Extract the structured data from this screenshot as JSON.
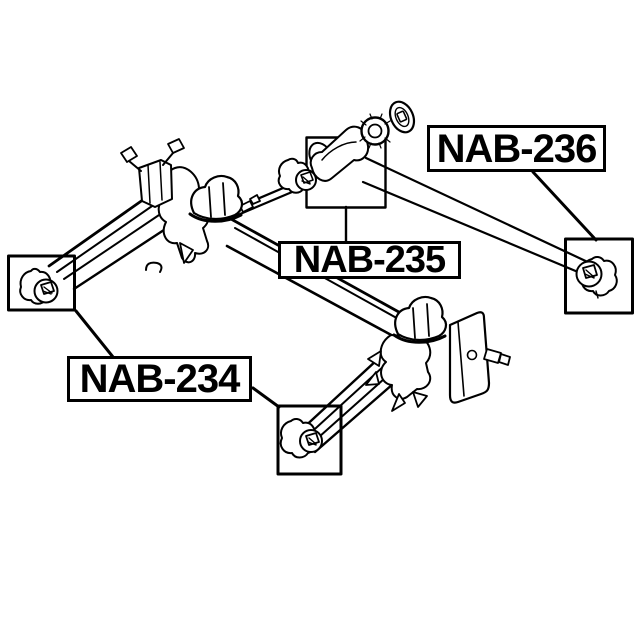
{
  "colors": {
    "background": "#ffffff",
    "line": "#000000"
  },
  "labels": {
    "nab234": "NAB-234",
    "nab235": "NAB-235",
    "nab236": "NAB-236"
  },
  "callouts": [
    {
      "part_number": "NAB-234",
      "target_count": 2
    },
    {
      "part_number": "NAB-235",
      "target_count": 1
    },
    {
      "part_number": "NAB-236",
      "target_count": 1
    }
  ]
}
